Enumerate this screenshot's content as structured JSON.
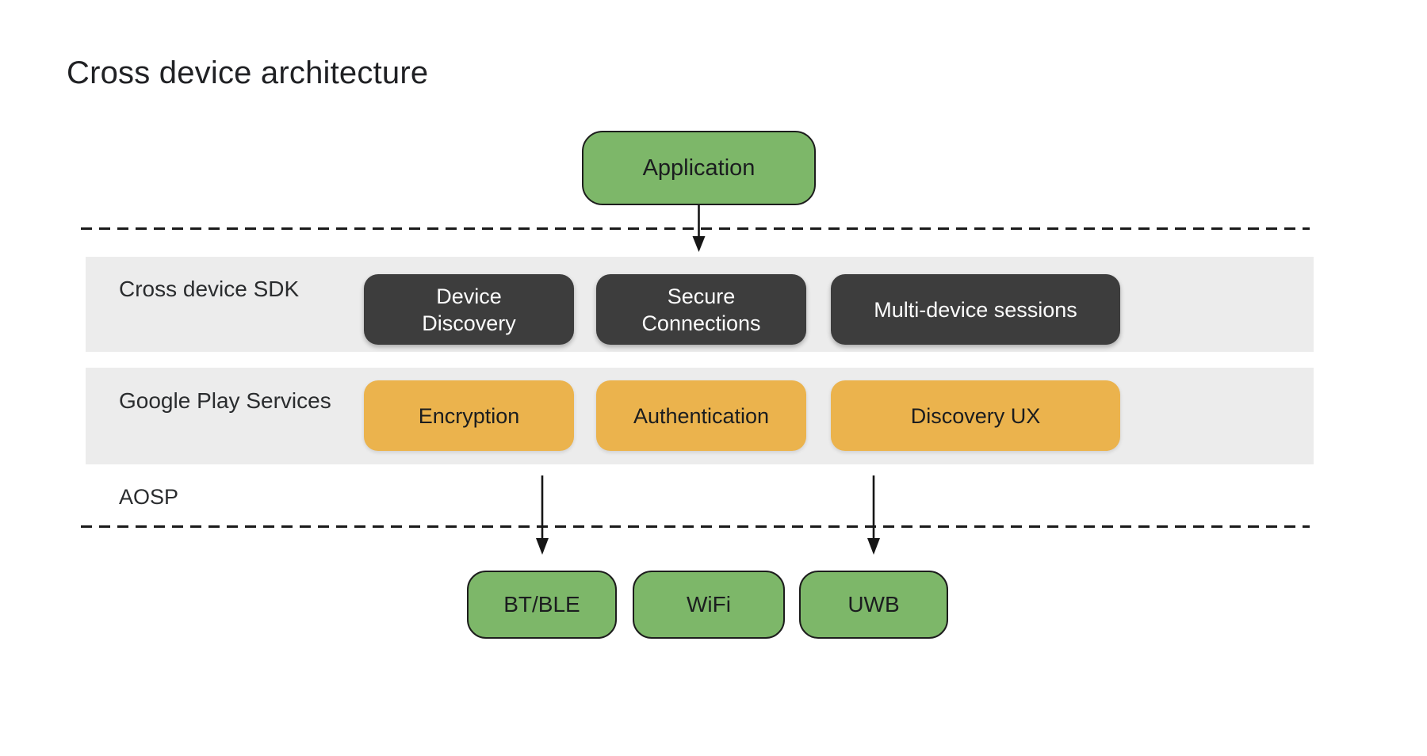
{
  "title": "Cross device architecture",
  "colors": {
    "green": "#7DB769",
    "yellow": "#EBB34D",
    "dark": "#3D3D3D",
    "band": "#ECECEC",
    "ink": "#202124",
    "white_text": "#FCFCFC",
    "line": "#1A1A1A"
  },
  "application": {
    "label": "Application"
  },
  "sdk_band": {
    "label_lines": [
      "Cross device",
      "SDK"
    ],
    "boxes": [
      {
        "label": "Device Discovery",
        "lines": [
          "Device",
          "Discovery"
        ]
      },
      {
        "label": "Secure Connections",
        "lines": [
          "Secure",
          "Connections"
        ]
      },
      {
        "label": "Multi-device sessions",
        "lines": [
          "Multi-device sessions"
        ]
      }
    ]
  },
  "gps_band": {
    "label_lines": [
      "Google Play",
      "Services"
    ],
    "boxes": [
      {
        "label": "Encryption"
      },
      {
        "label": "Authentication"
      },
      {
        "label": "Discovery UX"
      }
    ]
  },
  "aosp": {
    "label": "AOSP"
  },
  "transports": [
    {
      "label": "BT/BLE"
    },
    {
      "label": "WiFi"
    },
    {
      "label": "UWB"
    }
  ],
  "edges": [
    {
      "from": "Application",
      "to": "Cross device SDK"
    },
    {
      "from": "Google Play Services",
      "to": "BT/BLE"
    },
    {
      "from": "Google Play Services",
      "to": "UWB"
    }
  ]
}
